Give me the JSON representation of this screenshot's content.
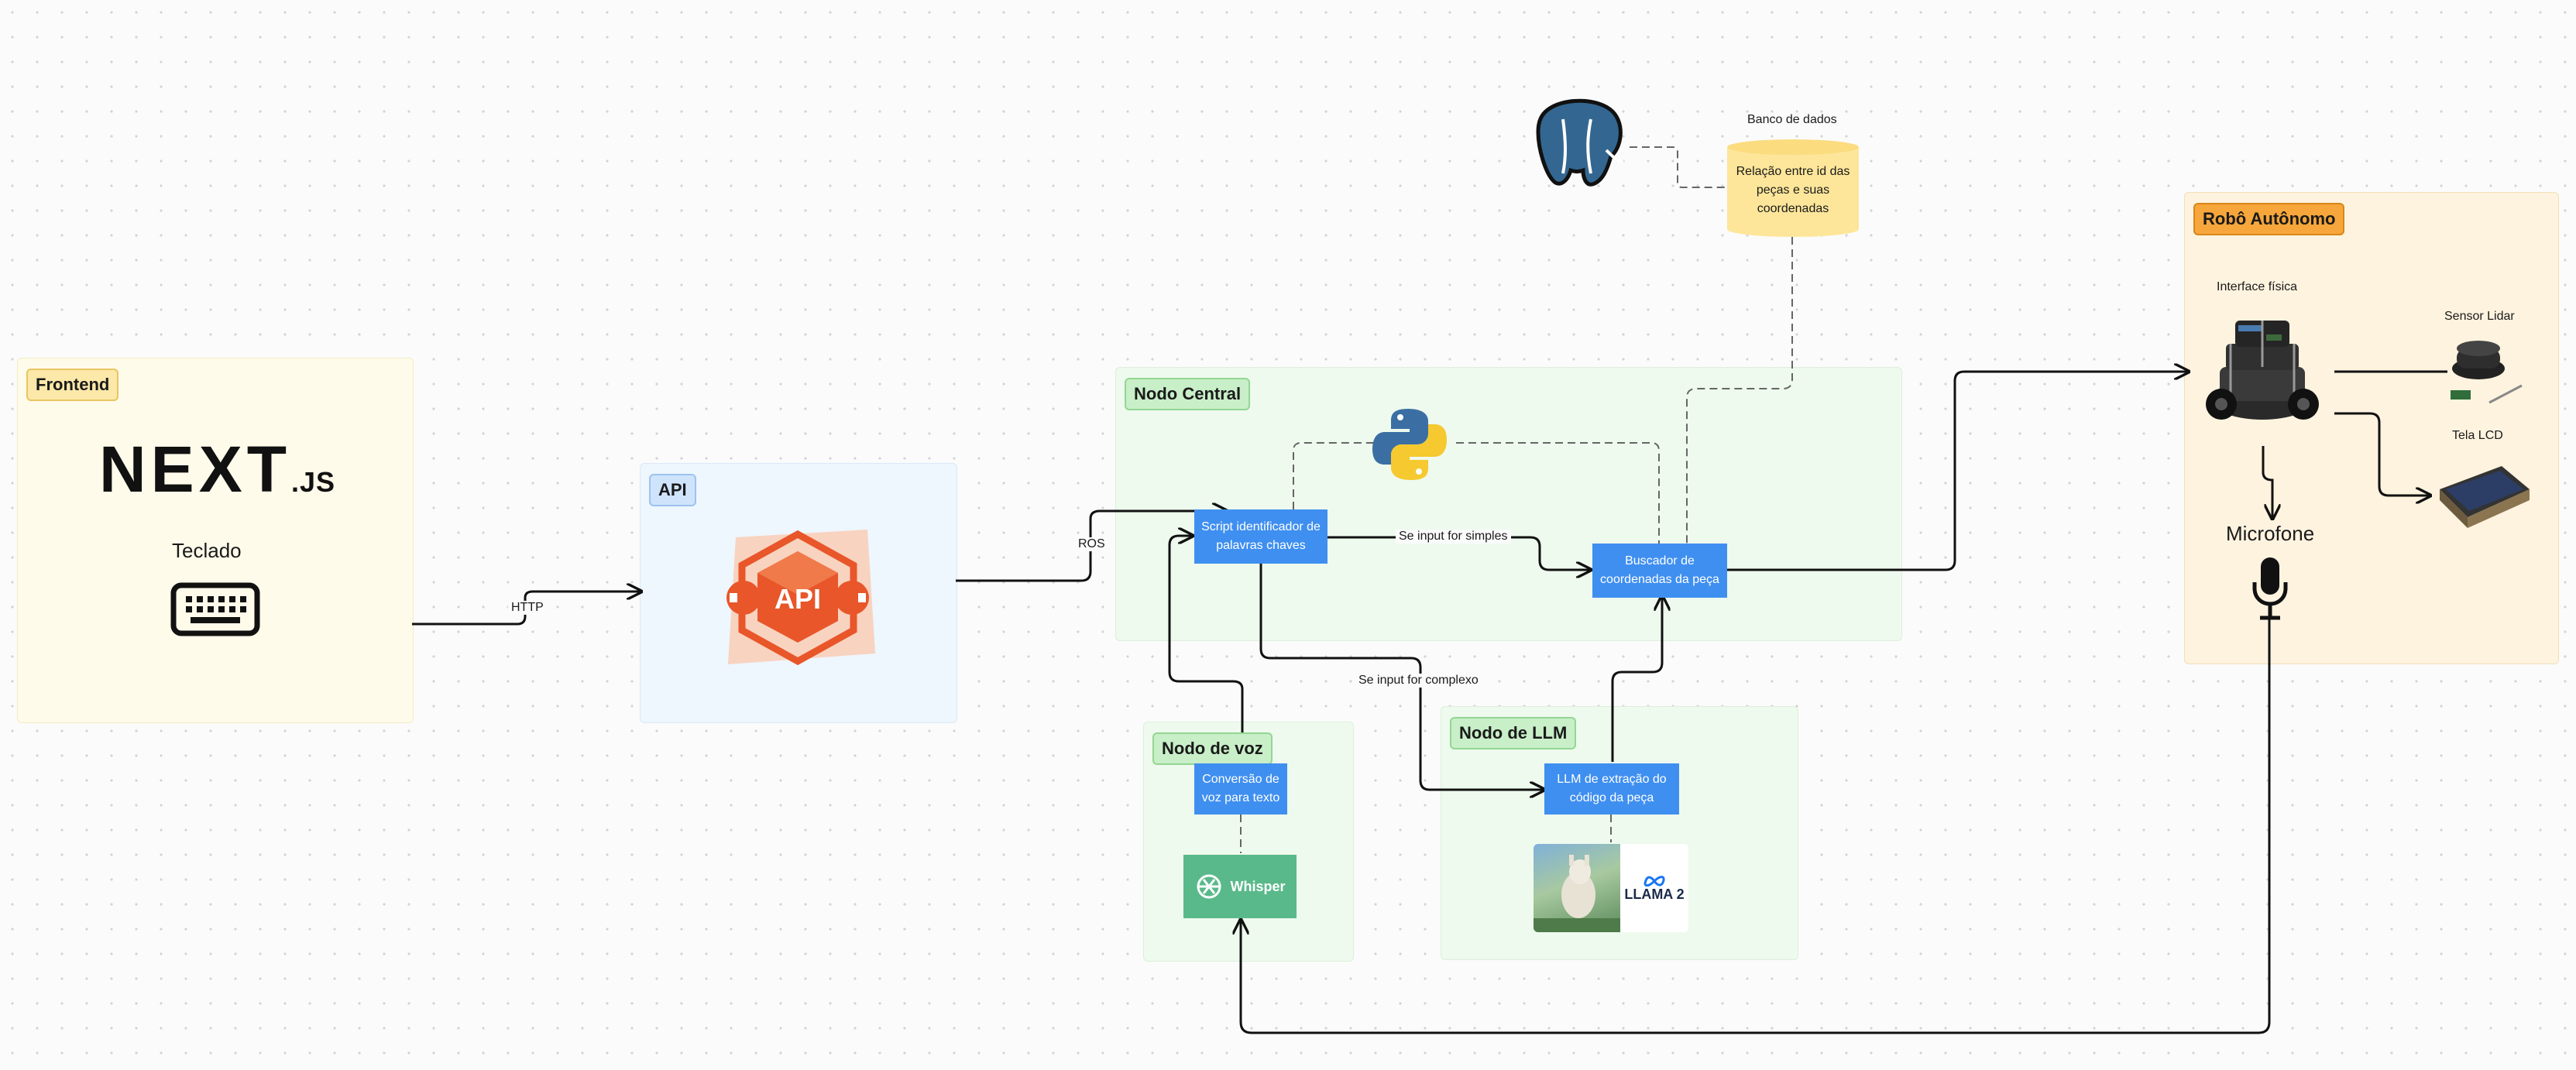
{
  "groups": {
    "frontend": "Frontend",
    "api": "API",
    "central": "Nodo Central",
    "voz": "Nodo de voz",
    "llm": "Nodo de LLM",
    "robo": "Robô Autônomo"
  },
  "frontend": {
    "logo_main": "NEXT",
    "logo_suffix": ".JS",
    "teclado": "Teclado"
  },
  "api": {
    "logo": "API"
  },
  "nodes": {
    "script": "Script identificador de palavras chaves",
    "buscador": "Buscador de coordenadas da peça",
    "conversao": "Conversão de voz para texto",
    "llm_extracao": "LLM de extração do código da peça"
  },
  "edges": {
    "http": "HTTP",
    "ros": "ROS",
    "simples": "Se input for simples",
    "complexo": "Se input for complexo"
  },
  "database": {
    "title": "Banco de dados",
    "content": "Relação entre id das peças e suas coordenadas"
  },
  "robot": {
    "interface": "Interface física",
    "lidar": "Sensor Lidar",
    "lcd": "Tela LCD",
    "microfone": "Microfone"
  },
  "logos": {
    "whisper": "Whisper",
    "llama": "LLAMA 2"
  }
}
